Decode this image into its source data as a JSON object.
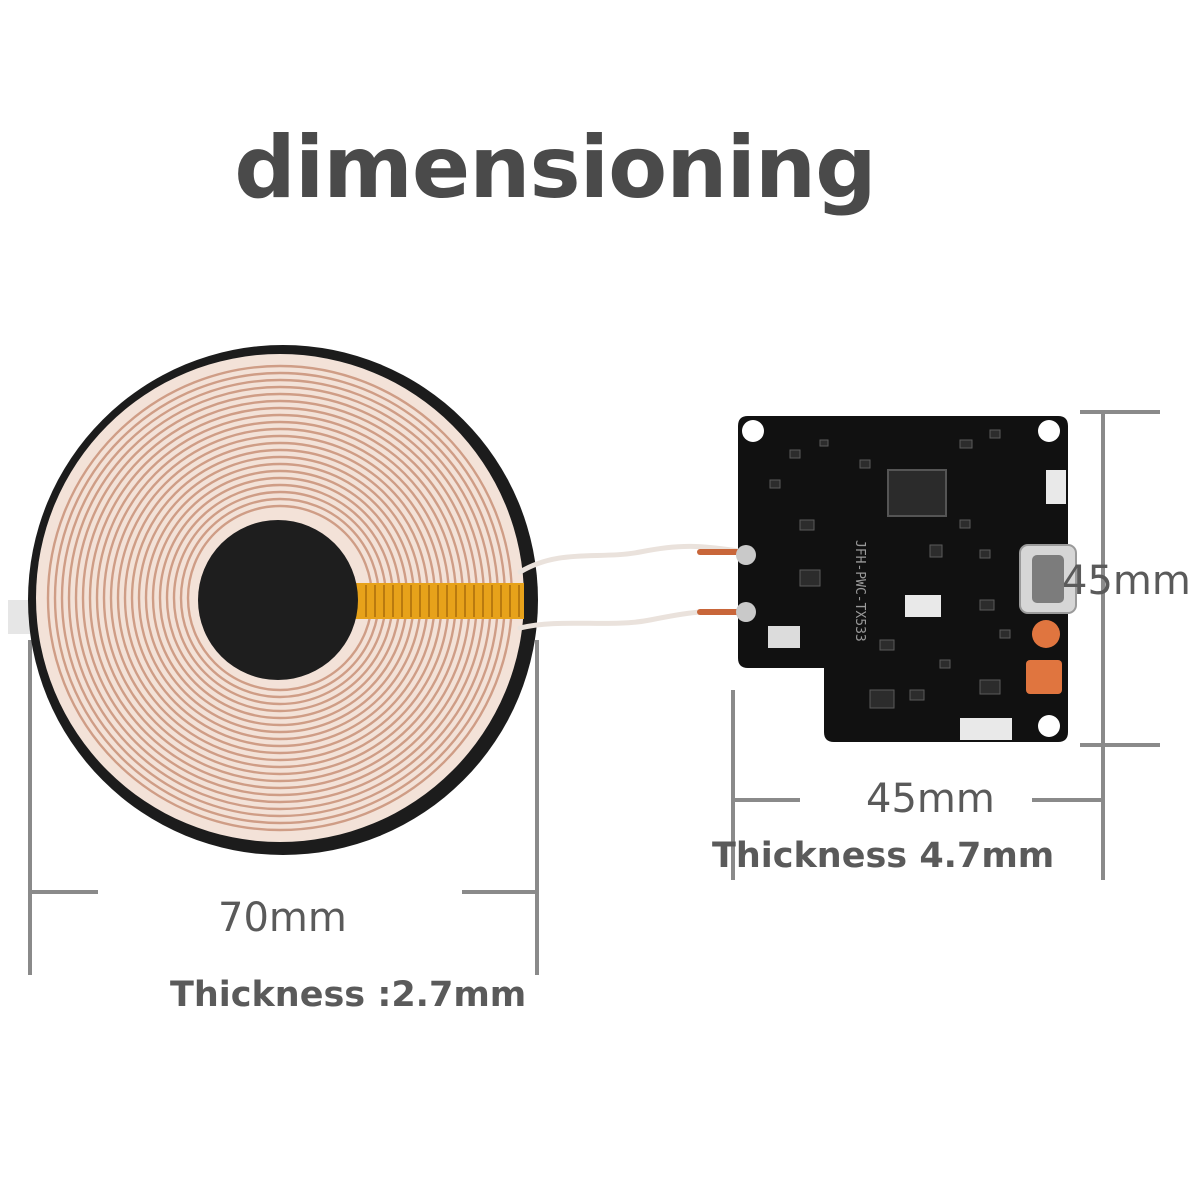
{
  "title": "dimensioning",
  "coil": {
    "width_label": "70mm",
    "thickness_label": "Thickness :2.7mm"
  },
  "board": {
    "height_label": "45mm",
    "width_label": "45mm",
    "thickness_label": "Thickness 4.7mm",
    "silkscreen_text": "JFH-PWC-TX533"
  },
  "colors": {
    "text": "#5a5a5a",
    "coil_wire": "#e8c4b2",
    "coil_ring": "#1c1c1c",
    "pcb": "#111111",
    "flex_strip": "#e7a21a",
    "pad_orange": "#e0753f"
  }
}
